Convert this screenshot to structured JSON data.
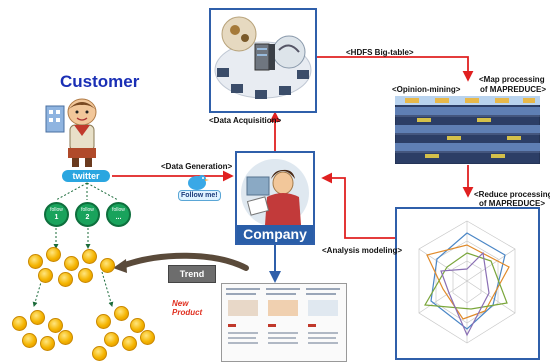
{
  "customer": {
    "title": "Customer",
    "twitter": "twitter",
    "followers": [
      {
        "word": "follow",
        "num": "1"
      },
      {
        "word": "follow",
        "num": "2"
      },
      {
        "word": "follow",
        "num": "..."
      }
    ]
  },
  "company": {
    "label": "Company",
    "followme": "Follow me!"
  },
  "labels": {
    "hdfs": "<HDFS Big-table>",
    "opinion_mining": "<Opinion-mining>",
    "map_processing_1": "<Map processing",
    "map_processing_2": "of MAPREDUCE>",
    "reduce_processing_1": "<Reduce processing",
    "reduce_processing_2": "of MAPREDUCE>",
    "data_acquisition": "<Data Acquisition>",
    "data_generation": "<Data Generation>",
    "analysis_modeling": "<Analysis modeling>",
    "trend": "Trend",
    "new_product_1": "New",
    "new_product_2": "Product"
  },
  "colors": {
    "arrow_red": "#e02020",
    "panel_border": "#2f5faa",
    "company_bar": "#2a5ea8",
    "customer_title": "#1a2fb5",
    "coin": "#f4b400",
    "follower": "#19a35c"
  },
  "icons": [
    "person-avatar-icon",
    "twitter-bird-icon",
    "server-icon",
    "computer-icon",
    "radar-chart-icon"
  ]
}
